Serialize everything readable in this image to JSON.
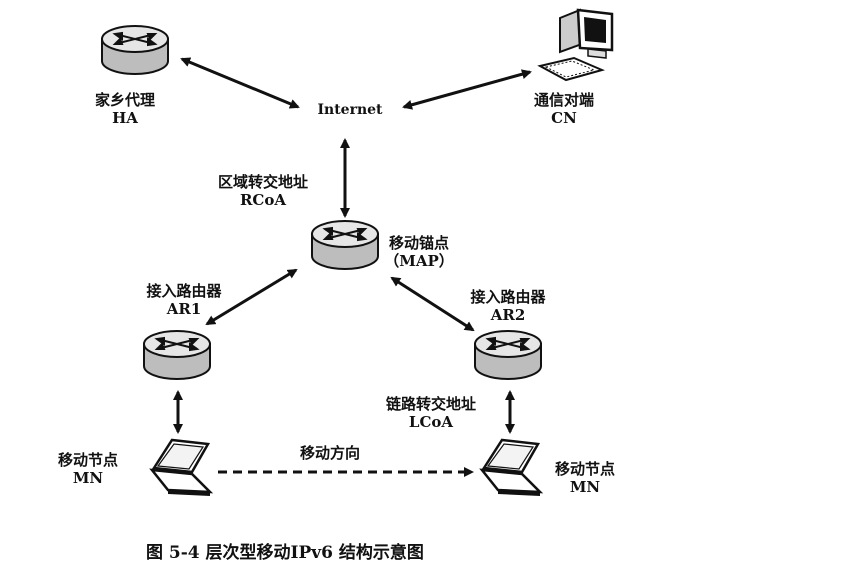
{
  "nodes": {
    "ha": {
      "name": "家乡代理",
      "abbr": "HA",
      "icon": "router-icon"
    },
    "internet": {
      "name": "Internet"
    },
    "cn": {
      "name": "通信对端",
      "abbr": "CN",
      "icon": "computer-icon"
    },
    "map": {
      "name": "移动锚点",
      "abbr": "（MAP）",
      "icon": "router-icon"
    },
    "ar1": {
      "name": "接入路由器",
      "abbr": "AR1",
      "icon": "router-icon"
    },
    "ar2": {
      "name": "接入路由器",
      "abbr": "AR2",
      "icon": "router-icon"
    },
    "mn1": {
      "name": "移动节点",
      "abbr": "MN",
      "icon": "laptop-icon"
    },
    "mn2": {
      "name": "移动节点",
      "abbr": "MN",
      "icon": "laptop-icon"
    }
  },
  "links": {
    "rcoa": {
      "name": "区域转交地址",
      "abbr": "RCoA"
    },
    "lcoa": {
      "name": "链路转交地址",
      "abbr": "LCoA"
    },
    "movement": {
      "name": "移动方向"
    }
  },
  "caption": "图 5-4  层次型移动IPv6 结构示意图",
  "colors": {
    "ink": "#111111",
    "router_top": "#e6e6e6",
    "router_side": "#bdbdbd"
  }
}
